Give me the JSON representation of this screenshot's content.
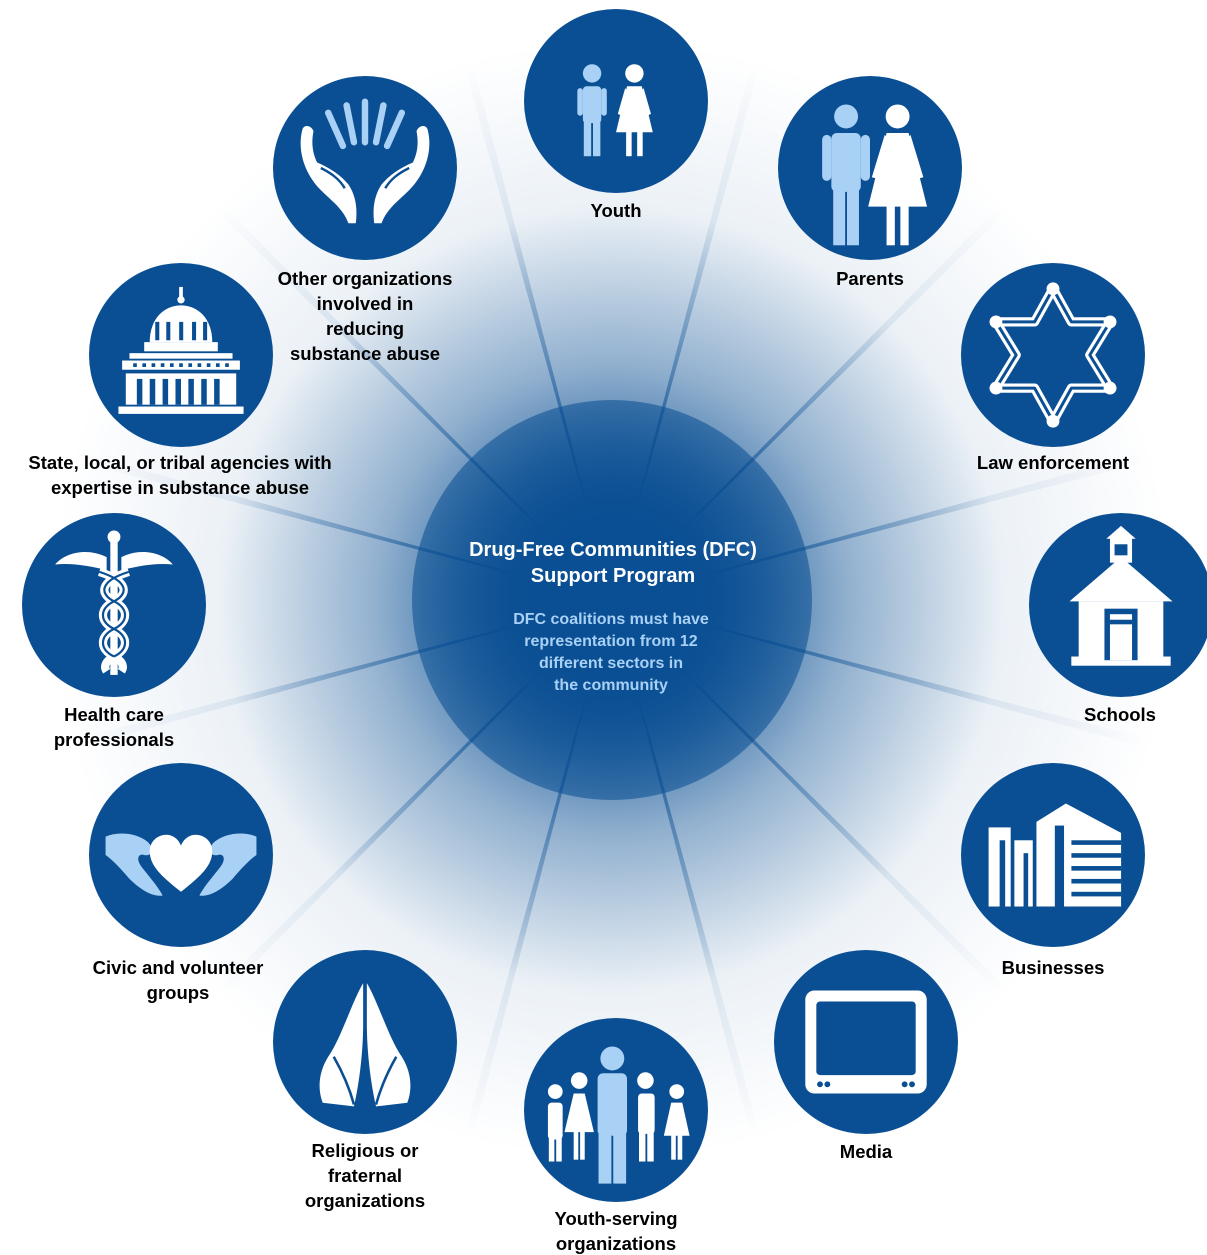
{
  "center": {
    "title": "Drug-Free Communities (DFC)\nSupport Program",
    "subtitle": "DFC coalitions must have\nrepresentation from 12\ndifferent sectors in\nthe community"
  },
  "colors": {
    "circle": "#0a4f93",
    "ray_center": "#0a4f93",
    "icon_light": "#a9d0f5",
    "subtitle_text": "#a9d0f5"
  },
  "sectors": [
    {
      "label": "Youth",
      "icon": "youth-icon"
    },
    {
      "label": "Parents",
      "icon": "parents-icon"
    },
    {
      "label": "Law enforcement",
      "icon": "sheriff-star-icon"
    },
    {
      "label": "Schools",
      "icon": "schoolhouse-icon"
    },
    {
      "label": "Businesses",
      "icon": "office-buildings-icon"
    },
    {
      "label": "Media",
      "icon": "television-icon"
    },
    {
      "label": "Youth-serving\norganizations",
      "icon": "family-group-icon"
    },
    {
      "label": "Religious or\nfraternal\norganizations",
      "icon": "praying-hands-icon"
    },
    {
      "label": "Civic and volunteer\ngroups",
      "icon": "hands-heart-icon"
    },
    {
      "label": "Health care\nprofessionals",
      "icon": "caduceus-icon"
    },
    {
      "label": "State, local, or tribal agencies with\nexpertise in substance abuse",
      "icon": "capitol-building-icon"
    },
    {
      "label": "Other organizations\ninvolved in\nreducing\nsubstance abuse",
      "icon": "open-hands-icon"
    }
  ]
}
